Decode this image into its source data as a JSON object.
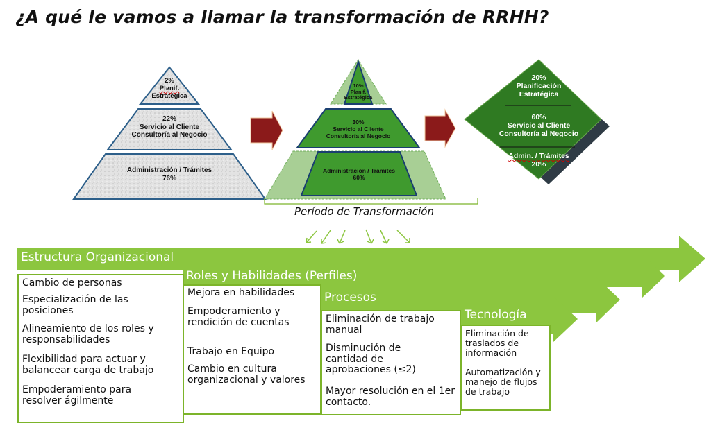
{
  "title": "¿A qué le vamos a llamar la transformación de RRHH?",
  "pyramid_current": {
    "top": {
      "pct": "2%",
      "line1": "Planif.",
      "line2": "Estratégica"
    },
    "middle": {
      "pct": "22%",
      "line1": "Servicio al Cliente",
      "line2": "Consultoría al Negocio"
    },
    "bottom": {
      "line1": "Administración / Trámites",
      "pct": "76%"
    }
  },
  "pyramid_transition": {
    "top": {
      "pct": "10%",
      "line1": "Planif.",
      "line2": "Estratégica"
    },
    "middle": {
      "pct": "30%",
      "line1": "Servicio al Cliente",
      "line2": "Consultoría al Negocio"
    },
    "bottom": {
      "line1": "Administración / Trámites",
      "pct": "60%"
    }
  },
  "diamond_target": {
    "top": {
      "pct": "20%",
      "line1": "Planificación",
      "line2": "Estratégica"
    },
    "middle": {
      "pct": "60%",
      "line1": "Servicio al Cliente",
      "line2": "Consultoría al Negocio"
    },
    "bottom": {
      "line1": "Admin. / Trámites",
      "pct": "20%"
    }
  },
  "transformation_caption": "Período de Transformación",
  "colors": {
    "green_arrow": "#8cc63f",
    "green_dark": "#2e7d1e",
    "green_mid": "#3f9a2e",
    "red_arrow": "#8b1a1a",
    "slate": "#2f3b45"
  },
  "bars": [
    {
      "title": "Estructura Organizacional",
      "items": [
        "Cambio de personas",
        "Especialización de las posiciones",
        "Alineamiento de los roles y responsabilidades",
        "Flexibilidad para actuar y balancear carga de trabajo",
        "Empoderamiento para resolver ágilmente"
      ]
    },
    {
      "title": "Roles y Habilidades (Perfiles)",
      "items": [
        "Mejora en habilidades",
        "Empoderamiento y rendición de cuentas",
        "Trabajo en Equipo",
        "Cambio en cultura organizacional y valores"
      ]
    },
    {
      "title": "Procesos",
      "items": [
        "Eliminación de trabajo manual",
        "Disminución de cantidad de aprobaciones (≤2)",
        "Mayor resolución en el 1er contacto."
      ]
    },
    {
      "title": "Tecnología",
      "items": [
        "Eliminación de traslados de información",
        "Automatización y manejo de flujos de trabajo"
      ]
    }
  ]
}
